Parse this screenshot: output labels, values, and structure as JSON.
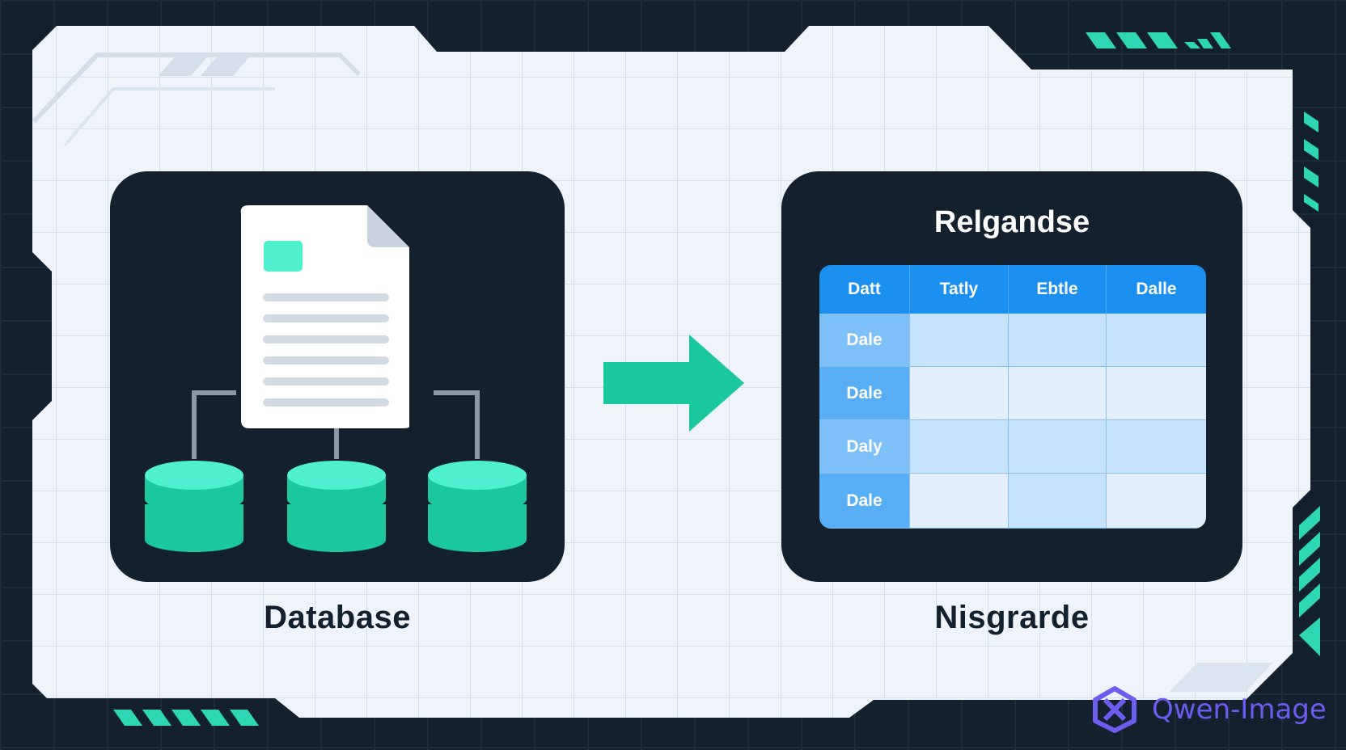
{
  "left": {
    "caption": "Database"
  },
  "right": {
    "title": "Relgandse",
    "caption": "Nisgrarde",
    "table": {
      "headers": [
        "Datt",
        "Tatly",
        "Ebtle",
        "Dalle"
      ],
      "row_labels": [
        "Dale",
        "Dale",
        "Daly",
        "Dale"
      ]
    }
  },
  "watermark": {
    "text": "Qwen-Image"
  },
  "colors": {
    "background": "#13202e",
    "panel_light": "#eef4fa",
    "accent_teal": "#1bc79f",
    "accent_teal_light": "#4ef0cf",
    "table_header": "#1a8ff0",
    "watermark": "#6c5cf0"
  },
  "icons": [
    "document-icon",
    "database-icon",
    "arrow-right-icon",
    "qwen-logo-icon"
  ]
}
